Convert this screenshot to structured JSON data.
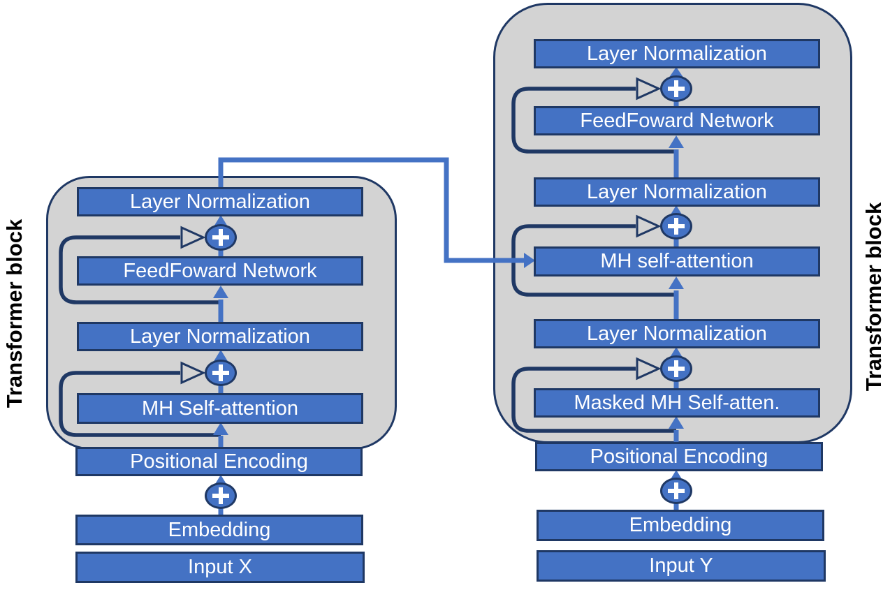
{
  "encoder": {
    "block_label": "Transformer block",
    "input": "Input X",
    "embedding": "Embedding",
    "positional_encoding": "Positional Encoding",
    "mh_self_attention": "MH Self-attention",
    "layer_norm_1": "Layer Normalization",
    "feedforward": "FeedFoward Network",
    "layer_norm_2": "Layer Normalization"
  },
  "decoder": {
    "block_label": "Transformer block",
    "input": "Input Y",
    "embedding": "Embedding",
    "positional_encoding": "Positional Encoding",
    "masked_mh_self_attention": "Masked MH Self-atten.",
    "layer_norm_1": "Layer Normalization",
    "mh_self_attention": "MH self-attention",
    "layer_norm_2": "Layer Normalization",
    "feedforward": "FeedFoward Network",
    "layer_norm_3": "Layer Normalization"
  },
  "icons": {
    "add_icon": "plus-in-circle (element-wise addition)"
  },
  "colors": {
    "box_fill": "#4472C4",
    "box_border": "#1F3864",
    "block_fill": "#D3D3D3",
    "block_border": "#1F3864",
    "forward_arrow": "#4472C4",
    "skip_connection": "#1F3864",
    "box_text": "#FFFFFF",
    "block_label_text": "#000000"
  }
}
